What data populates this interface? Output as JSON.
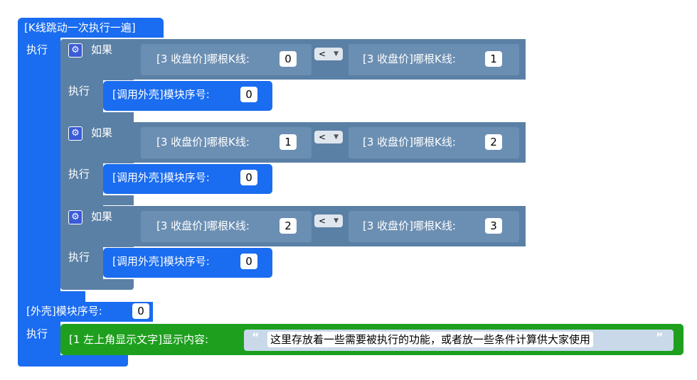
{
  "outer_block": {
    "title": "[K线跳动一次执行一遍]",
    "exec_label": "执行"
  },
  "if_blocks": [
    {
      "if_label": "如果",
      "exec_label": "执行",
      "left_label": "[3 收盘价]哪根K线:",
      "left_value": "0",
      "operator": "<",
      "right_label": "[3 收盘价]哪根K线:",
      "right_value": "1",
      "call_label": "[调用外壳]模块序号:",
      "call_value": "0"
    },
    {
      "if_label": "如果",
      "exec_label": "执行",
      "left_label": "[3 收盘价]哪根K线:",
      "left_value": "1",
      "operator": "<",
      "right_label": "[3 收盘价]哪根K线:",
      "right_value": "2",
      "call_label": "[调用外壳]模块序号:",
      "call_value": "0"
    },
    {
      "if_label": "如果",
      "exec_label": "执行",
      "left_label": "[3 收盘价]哪根K线:",
      "left_value": "2",
      "operator": "<",
      "right_label": "[3 收盘价]哪根K线:",
      "right_value": "3",
      "call_label": "[调用外壳]模块序号:",
      "call_value": "0"
    }
  ],
  "shell_block": {
    "title": "[外壳]模块序号:",
    "value": "0",
    "exec_label": "执行",
    "display_label": "[1 左上角显示文字]显示内容:",
    "open_quote": "“",
    "text": "这里存放着一些需要被执行的功能，或者放一些条件计算供大家使用",
    "close_quote": "”"
  },
  "colors": {
    "event_blue": "#1a6cf0",
    "logic_steel": "#5b80a5",
    "display_green": "#1ea01e"
  }
}
